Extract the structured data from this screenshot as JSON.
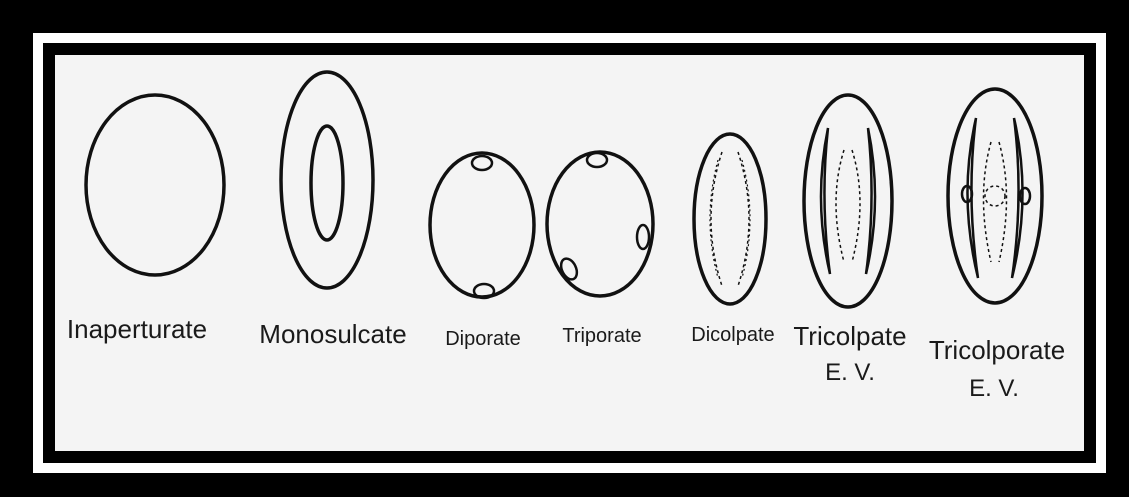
{
  "colors": {
    "outer_frame": "#000000",
    "border_white": "#ffffff",
    "inner_frame": "#000000",
    "panel_background": "#f4f4f4",
    "line": "#111111"
  },
  "pollen_types": [
    {
      "id": "inaperturate",
      "icon": "inaperturate-grain-icon",
      "label": "Inaperturate",
      "sublabel": ""
    },
    {
      "id": "monosulcate",
      "icon": "monosulcate-grain-icon",
      "label": "Monosulcate",
      "sublabel": ""
    },
    {
      "id": "diporate",
      "icon": "diporate-grain-icon",
      "label": "Diporate",
      "sublabel": ""
    },
    {
      "id": "triporate",
      "icon": "triporate-grain-icon",
      "label": "Triporate",
      "sublabel": ""
    },
    {
      "id": "dicolpate",
      "icon": "dicolpate-grain-icon",
      "label": "Dicolpate",
      "sublabel": ""
    },
    {
      "id": "tricolpate",
      "icon": "tricolpate-grain-icon",
      "label": "Tricolpate",
      "sublabel": "E. V."
    },
    {
      "id": "tricolporate",
      "icon": "tricolporate-grain-icon",
      "label": "Tricolporate",
      "sublabel": "E. V."
    }
  ]
}
